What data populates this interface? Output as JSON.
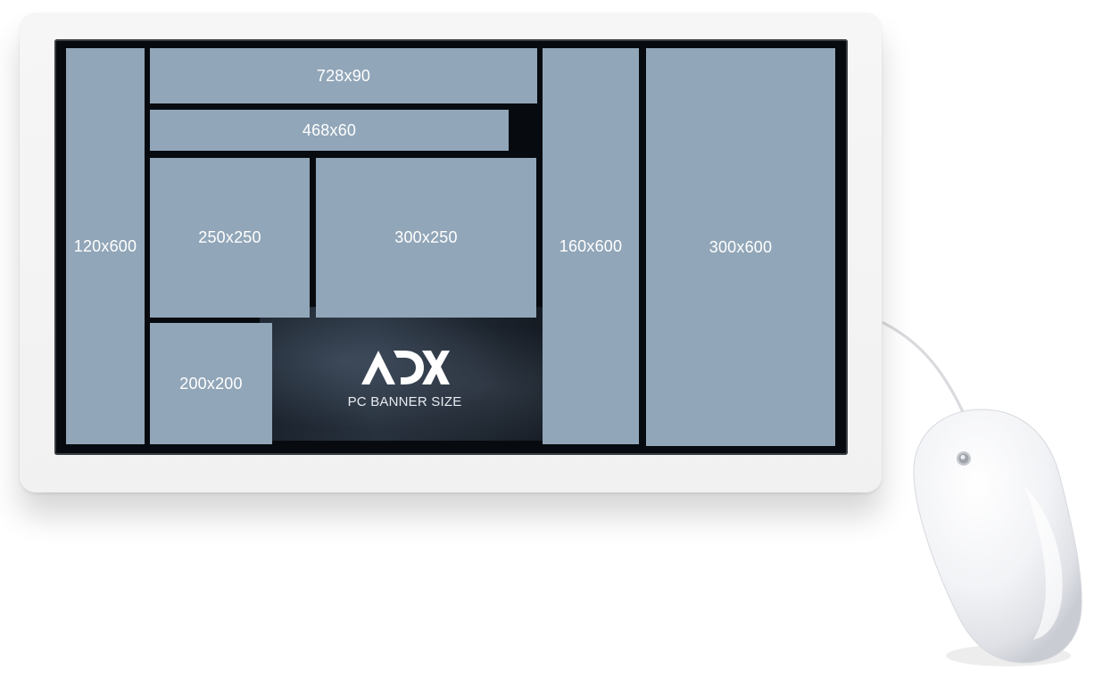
{
  "banners": {
    "b120x600": "120x600",
    "b728x90": "728x90",
    "b468x60": "468x60",
    "b250x250": "250x250",
    "b300x250": "300x250",
    "b200x200": "200x200",
    "b160x600": "160x600",
    "b300x600": "300x600"
  },
  "logo": {
    "text": "ADX",
    "caption": "PC BANNER SIZE"
  },
  "colors": {
    "banner_fill": "#91a6b8",
    "screen": "#070b10",
    "bezel": "#f3f3f3"
  },
  "icons": {
    "mouse": "computer-mouse-icon"
  }
}
